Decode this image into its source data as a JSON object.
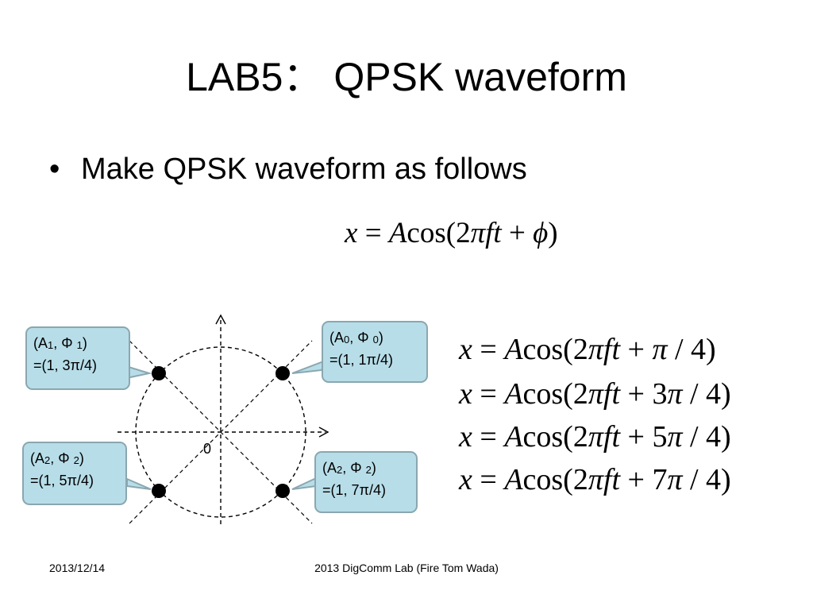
{
  "slide": {
    "title": "LAB5： QPSK waveform",
    "bullet": "Make QPSK waveform as follows"
  },
  "main_equation": {
    "lhs": "x",
    "eq": "=",
    "A": "A",
    "rest_1": "cos(2",
    "pi": "π",
    "ft": "ft",
    "plus": " + ",
    "phi": "ϕ",
    "close": ")"
  },
  "equations": [
    {
      "lhs": "x",
      "A": "A",
      "pre": "cos(2",
      "ft": "ft",
      "coef": "",
      "post": " / 4)"
    },
    {
      "lhs": "x",
      "A": "A",
      "pre": "cos(2",
      "ft": "ft",
      "coef": "3",
      "post": " / 4)"
    },
    {
      "lhs": "x",
      "A": "A",
      "pre": "cos(2",
      "ft": "ft",
      "coef": "5",
      "post": " / 4)"
    },
    {
      "lhs": "x",
      "A": "A",
      "pre": "cos(2",
      "ft": "ft",
      "coef": "7",
      "post": " / 4)"
    }
  ],
  "diagram": {
    "origin_label": "0",
    "callouts": [
      {
        "id": "c0",
        "sym": "A",
        "sub_a": "0",
        "phi": "Φ",
        "sub_phi": "0",
        "value": "=(1, 1π/4)"
      },
      {
        "id": "c1",
        "sym": "A",
        "sub_a": "1",
        "phi": "Φ",
        "sub_phi": "1",
        "value": "=(1, 3π/4)"
      },
      {
        "id": "c2",
        "sym": "A",
        "sub_a": "2",
        "phi": "Φ",
        "sub_phi": "2",
        "value": "=(1, 5π/4)"
      },
      {
        "id": "c3",
        "sym": "A",
        "sub_a": "2",
        "phi": "Φ",
        "sub_phi": "2",
        "value": "=(1, 7π/4)"
      }
    ],
    "colors": {
      "callout_fill": "#b7dde8",
      "callout_border": "#8aa7b0"
    }
  },
  "footer": {
    "date": "2013/12/14",
    "text": "2013 DigComm Lab (Fire Tom Wada)"
  }
}
